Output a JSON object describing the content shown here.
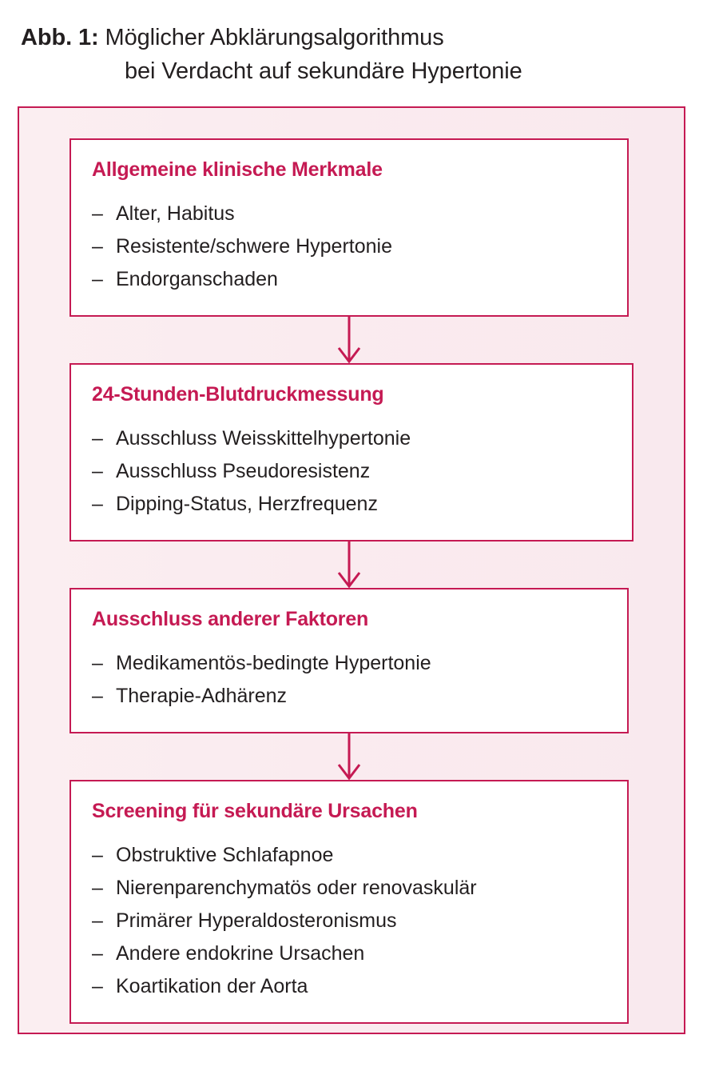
{
  "caption": {
    "label": "Abb. 1:",
    "line1": "Möglicher Abklärungsalgorithmus",
    "line2": "bei Verdacht auf sekundäre Hypertonie"
  },
  "colors": {
    "accent": "#C51A53",
    "frame_fill": "#FAEBEF",
    "box_fill": "#FFFFFF",
    "text": "#231F20"
  },
  "flowchart": {
    "type": "flowchart",
    "direction": "top-to-bottom",
    "bullet": "–",
    "arrow_icon": "arrow-down-icon",
    "steps": [
      {
        "title": "Allgemeine klinische Merkmale",
        "items": [
          "Alter, Habitus",
          "Resistente/schwere Hypertonie",
          "Endorganschaden"
        ]
      },
      {
        "title": "24-Stunden-Blutdruckmessung",
        "items": [
          "Ausschluss Weisskittelhypertonie",
          "Ausschluss Pseudoresistenz",
          "Dipping-Status, Herzfrequenz"
        ]
      },
      {
        "title": "Ausschluss anderer Faktoren",
        "items": [
          "Medikamentös-bedingte Hypertonie",
          "Therapie-Adhärenz"
        ]
      },
      {
        "title": "Screening für sekundäre Ursachen",
        "items": [
          "Obstruktive Schlafapnoe",
          "Nierenparenchymatös oder renovaskulär",
          "Primärer Hyperaldosteronismus",
          "Andere endokrine Ursachen",
          "Koartikation der Aorta"
        ]
      }
    ]
  }
}
